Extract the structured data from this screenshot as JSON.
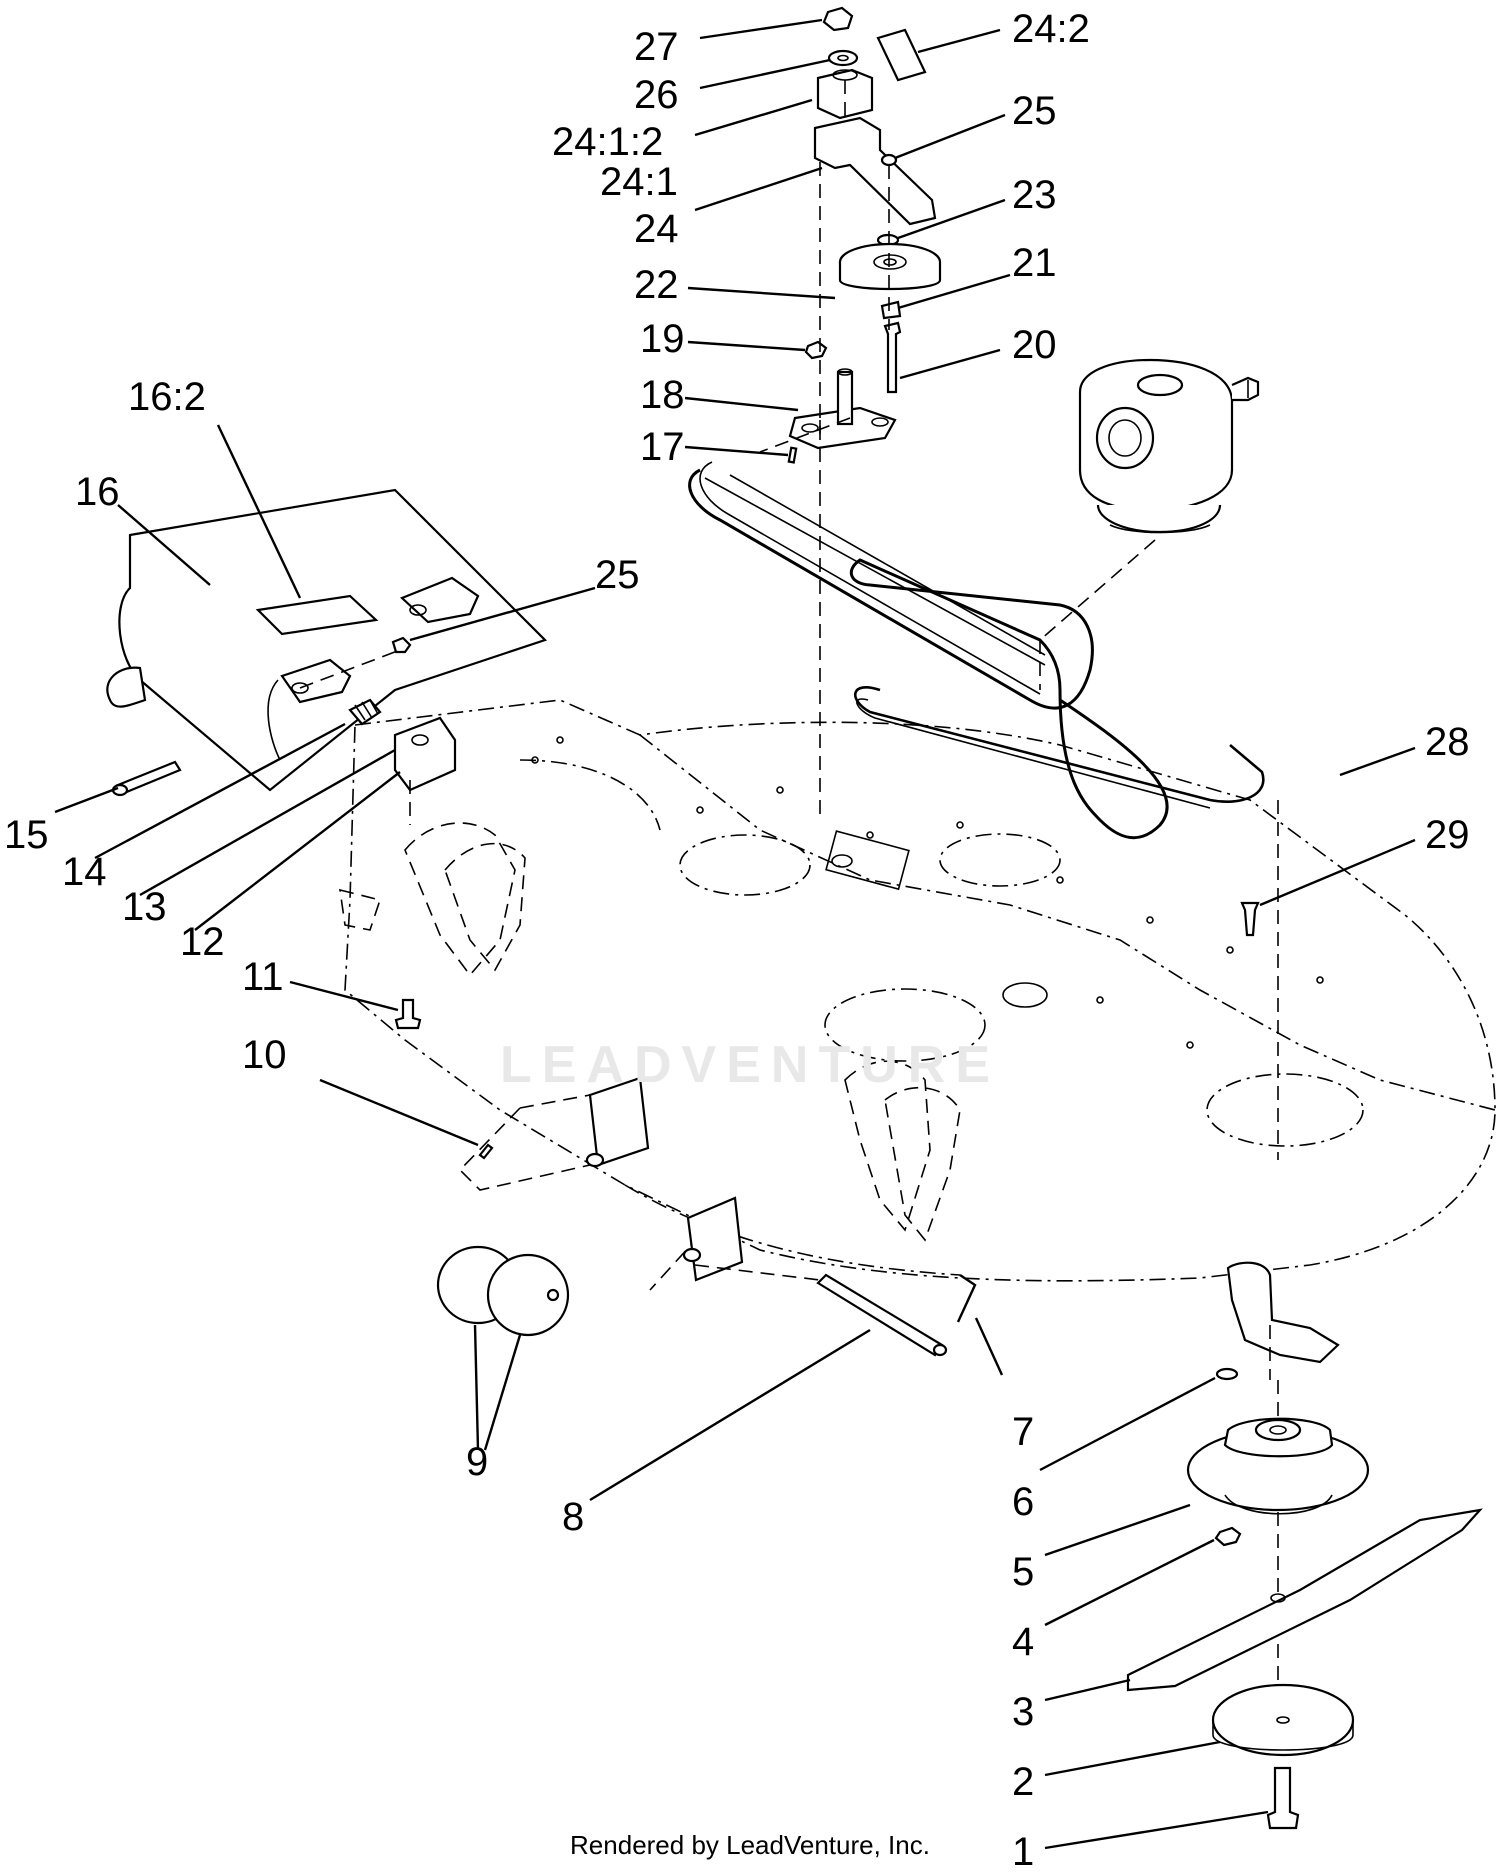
{
  "diagram": {
    "callouts": [
      "27",
      "26",
      "24:2",
      "24:1:2",
      "25",
      "24:1",
      "24",
      "23",
      "22",
      "21",
      "19",
      "20",
      "18",
      "17",
      "16:2",
      "16",
      "25",
      "15",
      "14",
      "13",
      "12",
      "28",
      "29",
      "11",
      "10",
      "9",
      "8",
      "7",
      "6",
      "5",
      "4",
      "3",
      "2",
      "1"
    ],
    "watermark": "LEADVENTURE",
    "footer": "Rendered by LeadVenture, Inc."
  }
}
